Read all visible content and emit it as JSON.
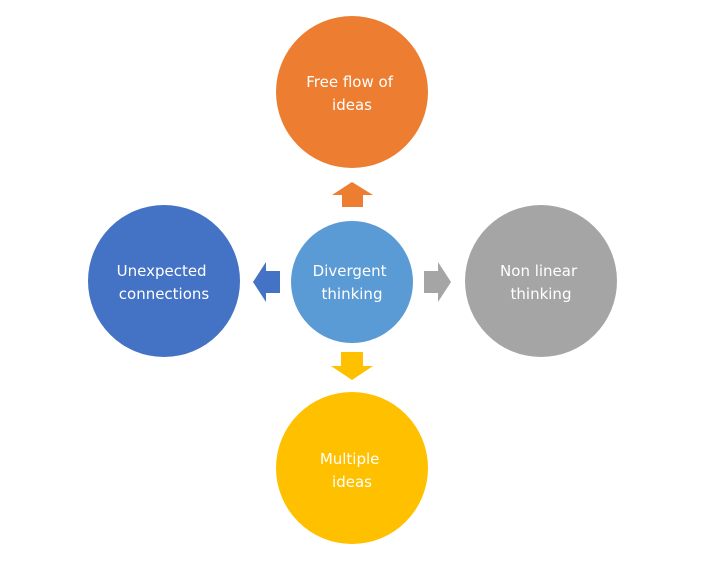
{
  "diagram": {
    "title": "",
    "center": {
      "id": "divergent-thinking",
      "lines": [
        "Divergent",
        "thinking"
      ],
      "color": "#5B9BD5"
    },
    "nodes": [
      {
        "id": "free-flow-of-ideas",
        "direction": "up",
        "lines": [
          "Free flow of",
          "ideas"
        ],
        "color": "#ED7D31",
        "arrow_color": "#ED7D31"
      },
      {
        "id": "unexpected-connections",
        "direction": "left",
        "lines": [
          "Unexpected",
          "connections"
        ],
        "color": "#4472C4",
        "arrow_color": "#4472C4"
      },
      {
        "id": "non-linear-thinking",
        "direction": "right",
        "lines": [
          "Non linear",
          "thinking"
        ],
        "color": "#A5A5A5",
        "arrow_color": "#A5A5A5"
      },
      {
        "id": "multiple-ideas",
        "direction": "down",
        "lines": [
          "Multiple",
          "ideas"
        ],
        "color": "#FFC000",
        "arrow_color": "#FFC000"
      }
    ],
    "text_color": "#FFFFFF"
  }
}
